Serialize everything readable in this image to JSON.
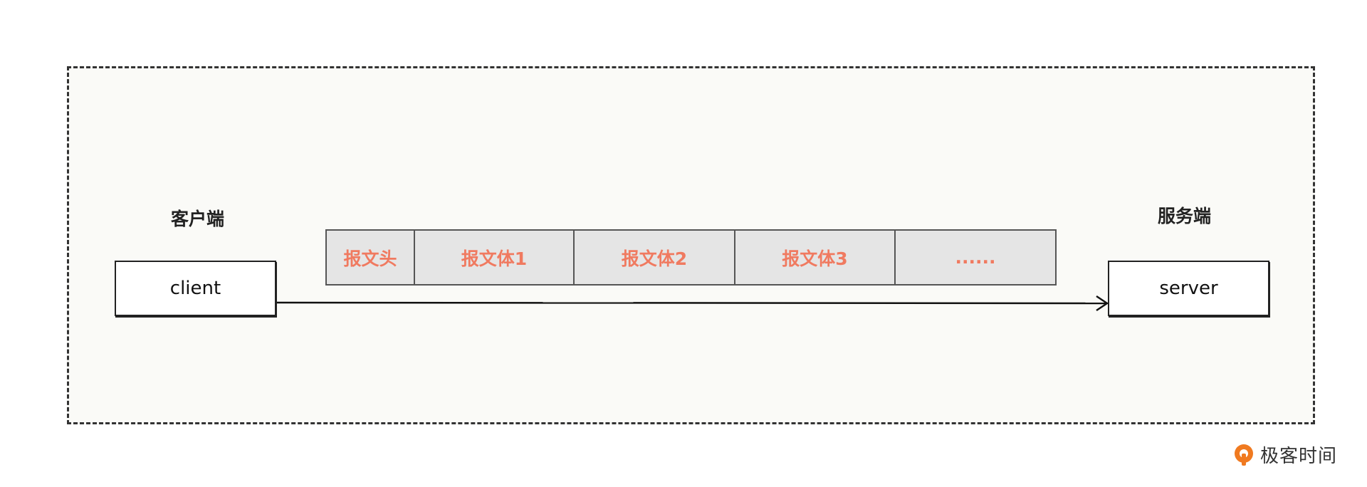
{
  "client_side": {
    "label": "客户端",
    "box_text": "client"
  },
  "server_side": {
    "label": "服务端",
    "box_text": "server"
  },
  "packet": {
    "segments": [
      {
        "label": "报文头"
      },
      {
        "label": "报文体1"
      },
      {
        "label": "报文体2"
      },
      {
        "label": "报文体3"
      },
      {
        "label": "......"
      }
    ]
  },
  "colors": {
    "segment_text": "#f07a60",
    "segment_fill": "#e5e5e5",
    "frame_fill": "#fafaf7",
    "logo_accent": "#f07a20"
  },
  "logo": {
    "text": "极客时间",
    "icon": "geektime-logo-icon"
  }
}
